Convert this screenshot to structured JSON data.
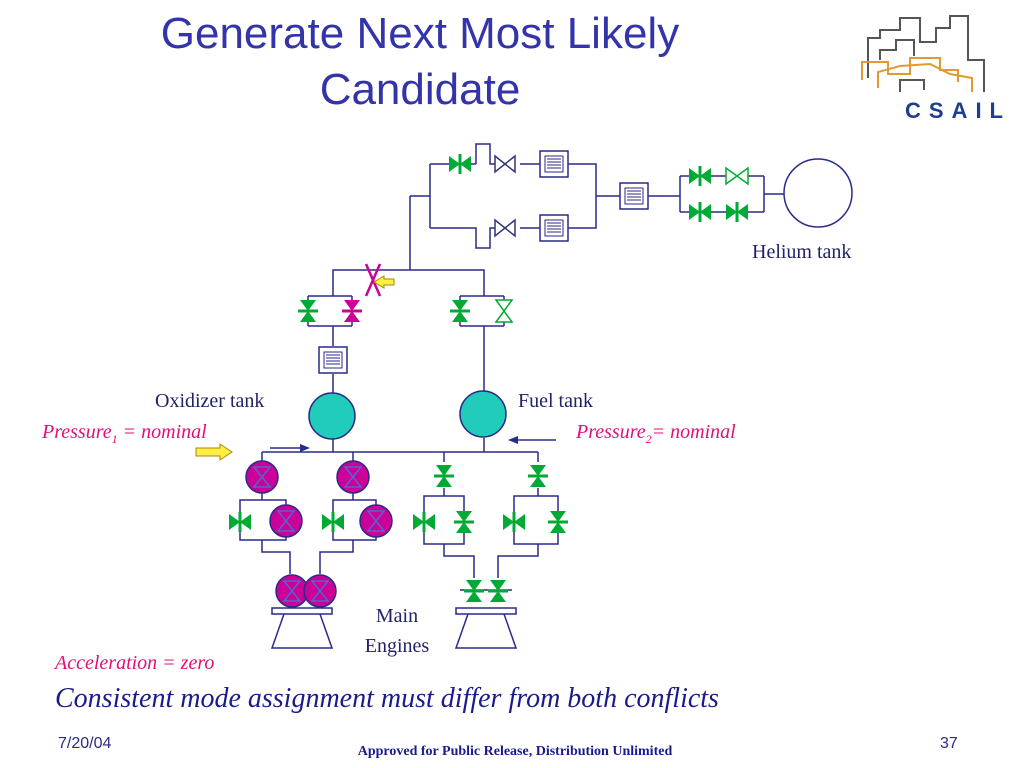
{
  "slide": {
    "title_line1": "Generate Next Most Likely",
    "title_line2": "Candidate",
    "logo_text": "CSAIL",
    "labels": {
      "helium_tank": "Helium tank",
      "oxidizer_tank": "Oxidizer tank",
      "fuel_tank": "Fuel tank",
      "main_engines_line1": "Main",
      "main_engines_line2": "Engines"
    },
    "pressure1": {
      "prefix": "Pressure",
      "sub": "1",
      "suffix": " = nominal"
    },
    "pressure2": {
      "prefix": "Pressure",
      "sub": "2",
      "suffix": "= nominal"
    },
    "acceleration": "Acceleration = zero",
    "conclusion": "Consistent mode assignment must differ from both conflicts",
    "footer": {
      "date": "7/20/04",
      "release": "Approved for Public Release, Distribution Unlimited",
      "page": "37"
    },
    "colors": {
      "title": "#3333aa",
      "line": "#2a2a88",
      "valve_green": "#00aa33",
      "valve_magenta": "#cc0099",
      "tank_cyan": "#22ccbb",
      "pink_text": "#dd1177",
      "arrow_yellow": "#ffee44"
    }
  }
}
